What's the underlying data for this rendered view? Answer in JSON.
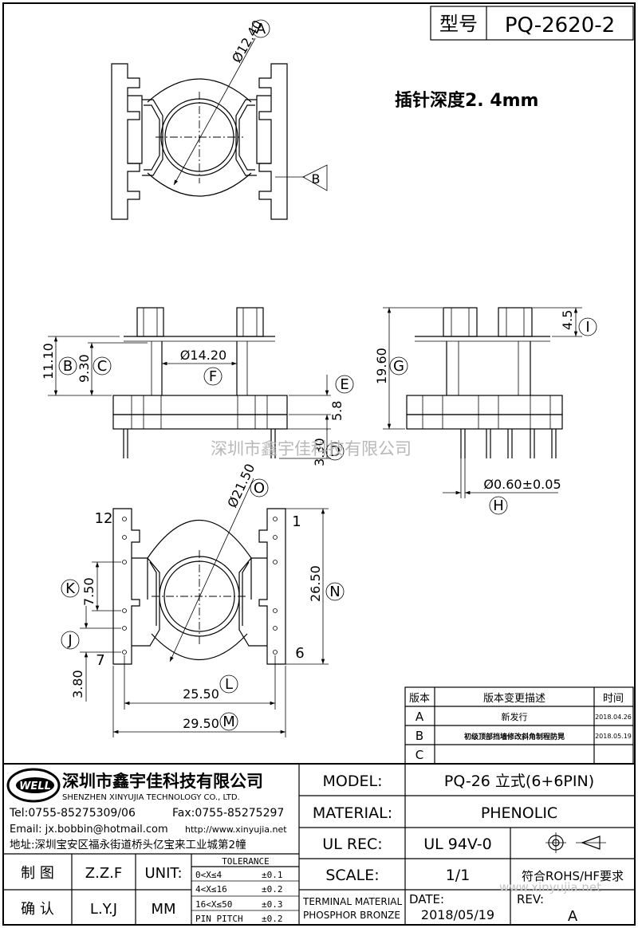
{
  "header": {
    "model_label": "型号",
    "model_value": "PQ-2620-2"
  },
  "note": "插针深度2. 4mm",
  "watermark": "深圳市鑫宇佳科技有限公司",
  "watermark_url": "www.xinyujia.net",
  "top_view": {
    "dia": "Ø12.40",
    "tag_a": "A",
    "tag_b": "B"
  },
  "front_view": {
    "b_val": "11.10",
    "c_val": "9.30",
    "f_dia": "Ø14.20",
    "e_val": "5.8",
    "d_val": "3.30",
    "tag_b": "B",
    "tag_c": "C",
    "tag_f": "F",
    "tag_e": "E",
    "tag_d": "D"
  },
  "side_view": {
    "g_val": "19.60",
    "i_val": "4.5",
    "h_dia": "Ø0.60±0.05",
    "tag_g": "G",
    "tag_i": "I",
    "tag_h": "H"
  },
  "bottom_view": {
    "o_dia": "Ø21.50",
    "n_val": "26.50",
    "k_val": "7.50",
    "j_val": "3.80",
    "l_val": "25.50",
    "m_val": "29.50",
    "tag_o": "O",
    "tag_n": "N",
    "tag_k": "K",
    "tag_j": "J",
    "tag_l": "L",
    "tag_m": "M",
    "pin_12": "12",
    "pin_1": "1",
    "pin_7": "7",
    "pin_6": "6"
  },
  "revision_table": {
    "headers": [
      "版本",
      "版本变更描述",
      "时间"
    ],
    "rows": [
      {
        "rev": "A",
        "desc": "新发行",
        "date": "2018.04.26"
      },
      {
        "rev": "B",
        "desc": "初级顶部挡墙修改斜角制程防晃",
        "date": "2018.05.19"
      },
      {
        "rev": "C",
        "desc": "",
        "date": ""
      }
    ]
  },
  "company": {
    "logo": "WELL",
    "name_cn": "深圳市鑫宇佳科技有限公司",
    "name_en": "SHENZHEN XINYUJIA TECHNOLOGY CO., LTD.",
    "tel": "Tel:0755-85275309/06",
    "fax": "Fax:0755-85275297",
    "email": "Email: jx.bobbin@hotmail.com",
    "web": "http://www.xinyujia.net",
    "address": "地址:深圳宝安区福永街道桥头亿宝来工业城第2幢"
  },
  "title_block": {
    "model_label": "MODEL:",
    "model_value": "PQ-26 立式(6+6PIN)",
    "material_label": "MATERIAL:",
    "material_value": "PHENOLIC",
    "ulrec_label": "UL REC:",
    "ulrec_value": "UL 94V-0",
    "scale_label": "SCALE:",
    "scale_value": "1/1",
    "rohs": "符合ROHS/HF要求",
    "terminal_label": "TERMINAL MATERIAL",
    "terminal_value": "PHOSPHOR BRONZE",
    "date_label": "DATE:",
    "date_value": "2018/05/19",
    "rev_label": "REV:",
    "rev_value": "A",
    "draw_label": "制 图",
    "draw_value": "Z.Z.F",
    "check_label": "确 认",
    "check_value": "L.Y.J",
    "unit_label": "UNIT:",
    "unit_value": "MM",
    "tolerance_title": "TOLERANCE",
    "tolerance_rows": [
      {
        "range": "0<X≤4",
        "tol": "±0.1"
      },
      {
        "range": "4<X≤16",
        "tol": "±0.2"
      },
      {
        "range": "16<X≤50",
        "tol": "±0.3"
      },
      {
        "range": "PIN PITCH",
        "tol": "±0.2"
      }
    ]
  }
}
